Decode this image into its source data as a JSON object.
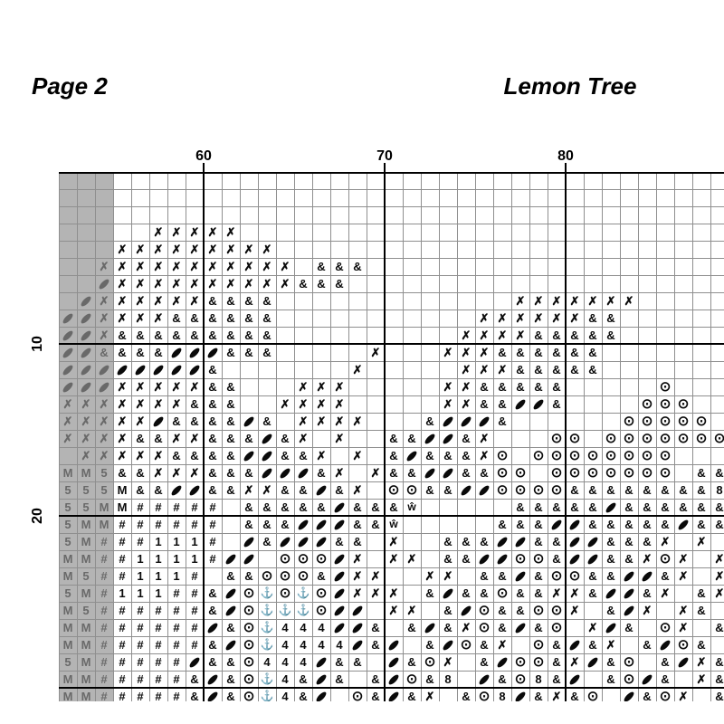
{
  "page": {
    "title_left": "Page 2",
    "title_right": "Lemon Tree"
  },
  "chart": {
    "col_labels": [
      {
        "text": "60",
        "col": 8
      },
      {
        "text": "70",
        "col": 18
      },
      {
        "text": "80",
        "col": 28
      }
    ],
    "row_labels": [
      {
        "text": "10",
        "row": 10
      },
      {
        "text": "20",
        "row": 20
      }
    ],
    "bold_cols": [
      8,
      18,
      28
    ],
    "bold_rows": [
      0,
      10,
      20,
      30
    ],
    "gray_cols": 3,
    "symbols": {
      "x": {
        "glyph": "✗",
        "name": "cross-symbol"
      },
      "&": {
        "glyph": "&",
        "name": "ampersand-symbol"
      },
      "e": {
        "glyph": "",
        "name": "black-ellipse-symbol",
        "shape": "ellipse"
      },
      "#": {
        "glyph": "#",
        "name": "hash-symbol"
      },
      "1": {
        "glyph": "1",
        "name": "one-symbol"
      },
      "M": {
        "glyph": "M",
        "name": "m-symbol"
      },
      "5": {
        "glyph": "5",
        "name": "five-symbol"
      },
      "o": {
        "glyph": "⊙",
        "name": "circled-dot-symbol"
      },
      "a": {
        "glyph": "⚓",
        "name": "anchor-symbol"
      },
      "4": {
        "glyph": "4",
        "name": "four-symbol"
      },
      "w": {
        "glyph": "ŵ",
        "name": "w-circumflex-symbol"
      },
      "8": {
        "glyph": "8",
        "name": "eight-symbol"
      }
    },
    "grid": [
      ".....................................",
      ".....................................",
      ".....................................",
      ".....xxxxx...........................",
      "...xxxxxxxxx.........................",
      "..xxxxxxxxxxx.&&&....................",
      "..exxxxxxxxxx&&&.....................",
      ".exxxxxx&&&&.............xxxxxxx.....",
      "eexxxx&&&&&&...........xxxxxx&&......",
      "eex&&&&&&&&&..........xxxx&&&&&......",
      "ee&&&&eee&&&.....x...xxx&&&&&&.......",
      "eeeeeeee&.......x.....xxx&&&&&.......",
      "eeexxxxx&&...xxx.....xx&&&&&.....o...",
      "xxxxxxx&&&..xxxx.....xx&&ee&....ooo..",
      "xxxxxe&&&&e&.xxxx...&eee&......ooooo.",
      "xxxx&&xx&&&e&x.x..&&ee&x...oo.ooooooo",
      ".xxxxx&&&&ee&&x.x.&e&&&xo.oooooooo...",
      "MM5&&xxx&&&eee&x.x&&ee&&oo.ooooooo.&&",
      "555M&&ee&&xx&&e&x.oo&&eeoooo&&&&&&&&8",
      "55MM#####.&&&&&e&&&w.....&&&&&e&&&&&&",
      "5MM######.&&&eee&&w.....&&&ee&&&&&e&&",
      "5M###111#.e&eee&&.x..&&&ee&&ee&&&x.x.",
      "MM##1111#ee.oooex.xx.&&eeoo&ee&&xox.x",
      "M5##111#.&&ooo&exx..xx.&&e&oo&&ee&x.x",
      "5M#111##&eoaoaoexxx.&e&&o&&xx&ee&x.&x",
      "M5######&eoaaaoee.xx.&eo&&oox.&ex.x&.",
      "MM######e&oa444ee&.&e&xo&e&o.xe&.ox.&",
      "MM######&eoa4444e&e.&eo&x.o&e&x.&eo&.",
      "5M#####e&&o444e&&.e&ox.&eoo&xe&o.&ex&",
      "MM#####&e&oa4&e&.&eo&8.e&o8&e.&oe&.x&",
      "MM#####&e&oa4&e.o&e&x.&o8e&x&o.e&ox.&"
    ],
    "colors": {
      "grid_line": "#8f8f8f",
      "bold_line": "#000000",
      "gray_margin": "#b4b4b4",
      "symbol": "#0a0a0a",
      "gray_symbol": "#696969"
    }
  }
}
